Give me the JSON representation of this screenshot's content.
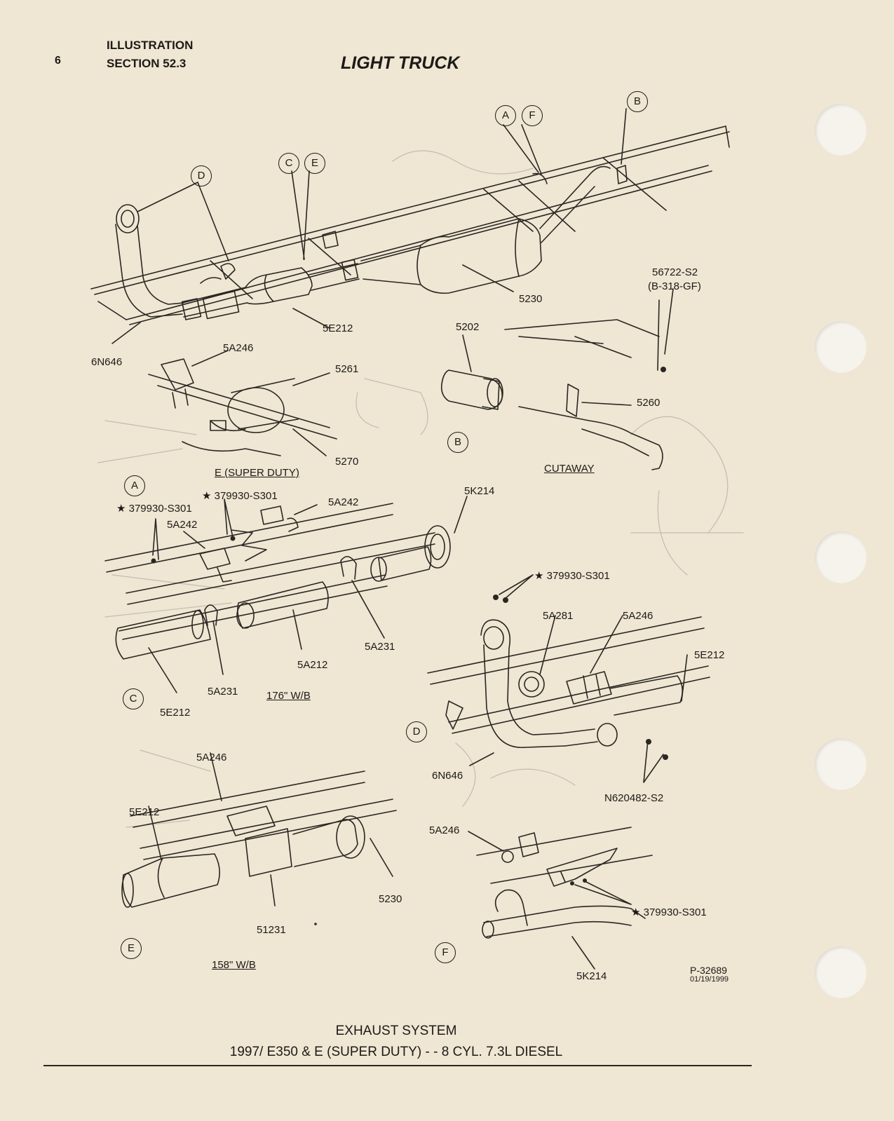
{
  "header": {
    "page_number": "6",
    "section_line1": "ILLUSTRATION",
    "section_line2": "SECTION 52.3",
    "title": "LIGHT TRUCK"
  },
  "callouts": {
    "main": [
      "A",
      "F",
      "B",
      "C",
      "E",
      "D"
    ],
    "views": [
      "A",
      "B",
      "C",
      "D",
      "E",
      "F"
    ]
  },
  "labels": {
    "main_6N646": "6N646",
    "main_5A246": "5A246",
    "main_5E212": "5E212",
    "main_5230": "5230",
    "main_56722_line1": "56722-S2",
    "main_56722_line2": "(B-318-GF)",
    "a_5261": "5261",
    "a_5270": "5270",
    "a_caption": "E (SUPER DUTY)",
    "b_5202": "5202",
    "b_5260": "5260",
    "b_caption": "CUTAWAY",
    "c_379930_left": "★ 379930-S301",
    "c_379930_top": "★ 379930-S301",
    "c_5A242_left": "5A242",
    "c_5A242_right": "5A242",
    "c_5K214": "5K214",
    "c_5A231_right": "5A231",
    "c_5A212": "5A212",
    "c_5A231_left": "5A231",
    "c_5E212": "5E212",
    "c_caption": "176\" W/B",
    "d_379930": "★ 379930-S301",
    "d_5A281": "5A281",
    "d_5A246": "5A246",
    "d_5E212": "5E212",
    "d_6N646": "6N646",
    "d_N620482": "N620482-S2",
    "e_5A246": "5A246",
    "e_5E212": "5E212",
    "e_5230": "5230",
    "e_51231": "51231",
    "e_caption": "158\" W/B",
    "f_5A246": "5A246",
    "f_379930": "★ 379930-S301",
    "f_5K214": "5K214"
  },
  "reference": {
    "code": "P-32689",
    "date": "01/19/1999"
  },
  "footer": {
    "line1": "EXHAUST SYSTEM",
    "line2": "1997/ E350 & E (SUPER DUTY) - - 8 CYL. 7.3L DIESEL"
  }
}
